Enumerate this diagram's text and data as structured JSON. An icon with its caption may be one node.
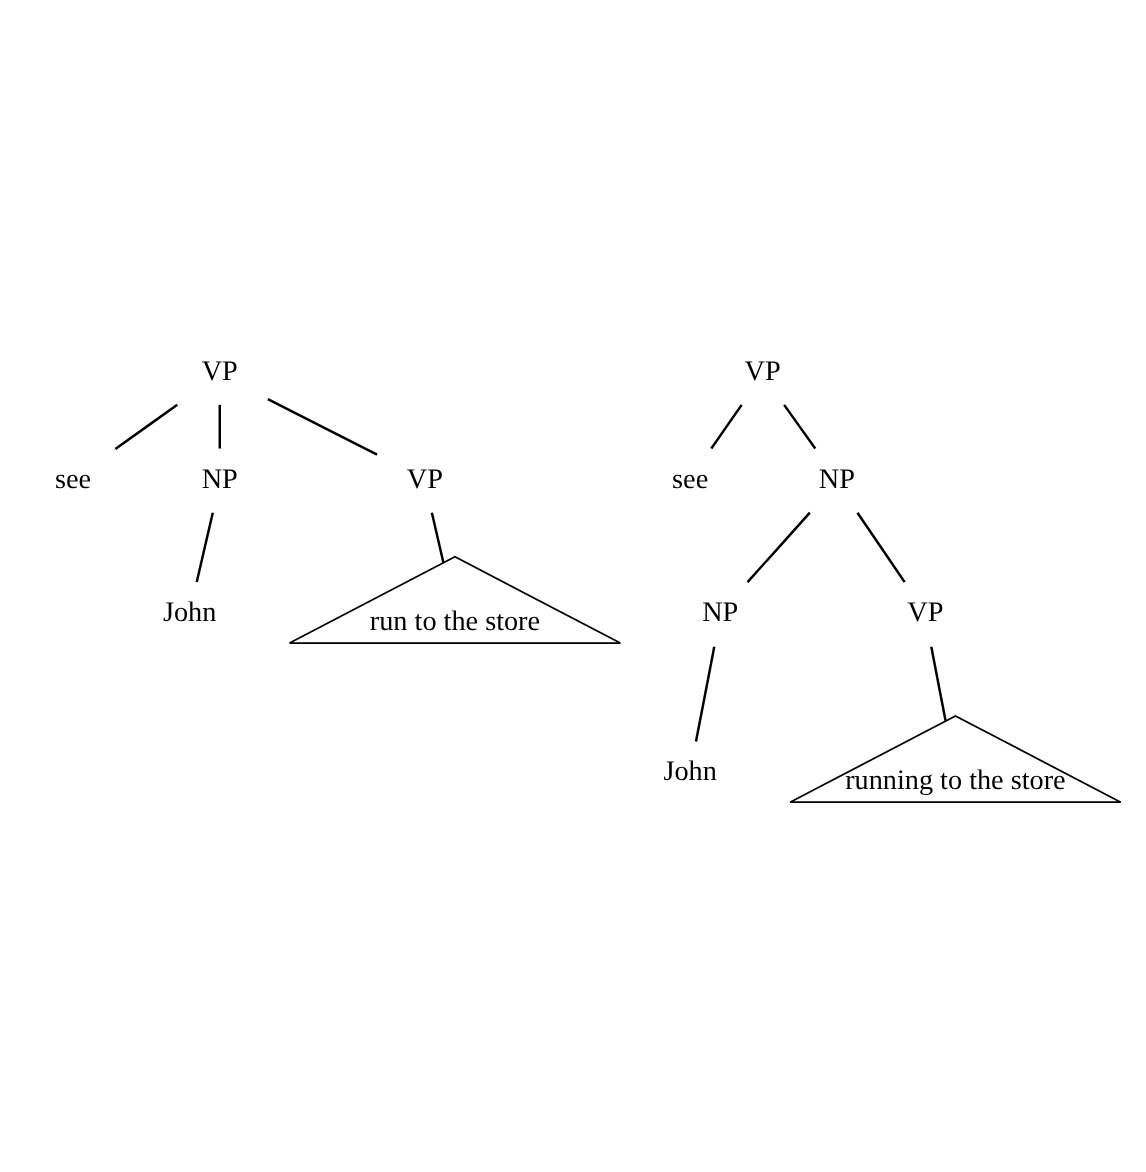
{
  "diagram": {
    "nodes": [
      {
        "text": [
          "VP"
        ]
      },
      {
        "text": [
          "see"
        ]
      },
      {
        "text": [
          "NP"
        ]
      },
      {
        "text": [
          "VP"
        ]
      },
      {
        "text": [
          "John"
        ]
      },
      {
        "text": [
          "run to the store"
        ]
      },
      {
        "text": [
          "VP"
        ]
      },
      {
        "text": [
          "see"
        ]
      },
      {
        "text": [
          "NP"
        ]
      },
      {
        "text": [
          "NP"
        ]
      },
      {
        "text": [
          "VP"
        ]
      },
      {
        "text": [
          "John"
        ]
      },
      {
        "text": [
          "running to the store"
        ]
      }
    ],
    "edges": [
      {
        "from": 0,
        "to": 1,
        "arrow": "none"
      },
      {
        "from": 0,
        "to": 2,
        "arrow": "none"
      },
      {
        "from": 0,
        "to": 3,
        "arrow": "none"
      },
      {
        "from": 2,
        "to": 4,
        "arrow": "none"
      },
      {
        "from": 3,
        "to": 5,
        "arrow": "none"
      },
      {
        "from": 6,
        "to": 7,
        "arrow": "none"
      },
      {
        "from": 6,
        "to": 8,
        "arrow": "none"
      },
      {
        "from": 8,
        "to": 9,
        "arrow": "none"
      },
      {
        "from": 8,
        "to": 10,
        "arrow": "none"
      },
      {
        "from": 9,
        "to": 11,
        "arrow": "none"
      },
      {
        "from": 10,
        "to": 12,
        "arrow": "none"
      }
    ]
  }
}
